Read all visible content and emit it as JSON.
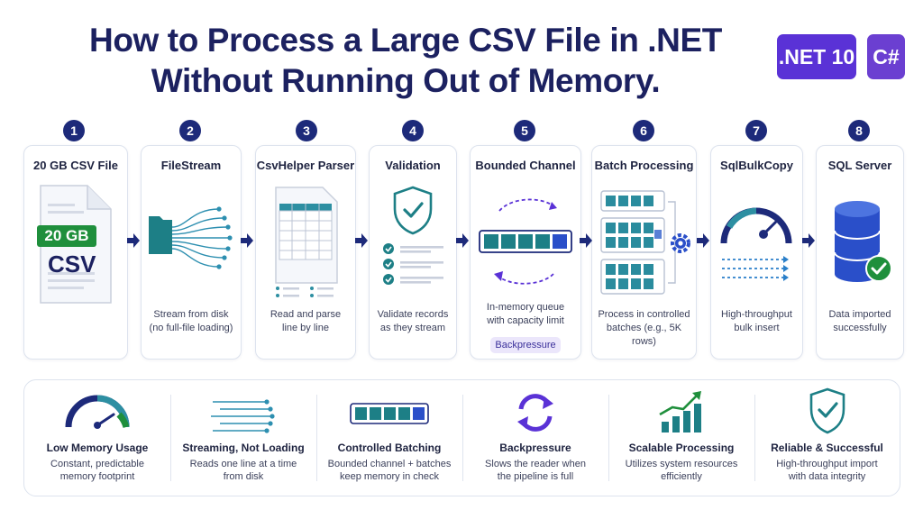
{
  "title": {
    "line1": "How to Process a Large CSV File in .NET",
    "line2": "Without Running Out of Memory."
  },
  "badges": {
    "net": ".NET 10",
    "csharp": "C#"
  },
  "colors": {
    "navy": "#1d2a7a",
    "teal": "#1d7f86",
    "green": "#1f8f3c",
    "purple": "#5a32d6",
    "blue": "#2a4fc9"
  },
  "steps": [
    {
      "number": "1",
      "title": "20 GB CSV File",
      "desc": "",
      "icon": "csv-file-icon",
      "file_size": "20 GB",
      "file_type": "CSV"
    },
    {
      "number": "2",
      "title": "FileStream",
      "desc": "Stream from disk\n(no full-file loading)",
      "icon": "folder-stream-icon"
    },
    {
      "number": "3",
      "title": "CsvHelper Parser",
      "desc": "Read and parse\nline by line",
      "icon": "spreadsheet-icon"
    },
    {
      "number": "4",
      "title": "Validation",
      "desc": "Validate records\nas they stream",
      "icon": "shield-check-icon"
    },
    {
      "number": "5",
      "title": "Bounded Channel",
      "desc": "In-memory queue\nwith capacity limit",
      "icon": "queue-icon",
      "pill": "Backpressure"
    },
    {
      "number": "6",
      "title": "Batch Processing",
      "desc": "Process in controlled\nbatches (e.g., 5K rows)",
      "icon": "batch-gear-icon"
    },
    {
      "number": "7",
      "title": "SqlBulkCopy",
      "desc": "High-throughput\nbulk insert",
      "icon": "speedometer-icon"
    },
    {
      "number": "8",
      "title": "SQL Server",
      "desc": "Data imported\nsuccessfully",
      "icon": "database-check-icon"
    }
  ],
  "benefits": [
    {
      "title": "Low Memory Usage",
      "desc": "Constant, predictable\nmemory footprint",
      "icon": "gauge-icon"
    },
    {
      "title": "Streaming, Not Loading",
      "desc": "Reads one line at a time\nfrom disk",
      "icon": "streaming-lines-icon"
    },
    {
      "title": "Controlled Batching",
      "desc": "Bounded channel + batches\nkeep memory in check",
      "icon": "batch-blocks-icon"
    },
    {
      "title": "Backpressure",
      "desc": "Slows the reader when\nthe pipeline is full",
      "icon": "cycle-arrows-icon"
    },
    {
      "title": "Scalable Processing",
      "desc": "Utilizes system resources\nefficiently",
      "icon": "growth-chart-icon"
    },
    {
      "title": "Reliable & Successful",
      "desc": "High-throughput import\nwith data integrity",
      "icon": "shield-check-icon"
    }
  ]
}
